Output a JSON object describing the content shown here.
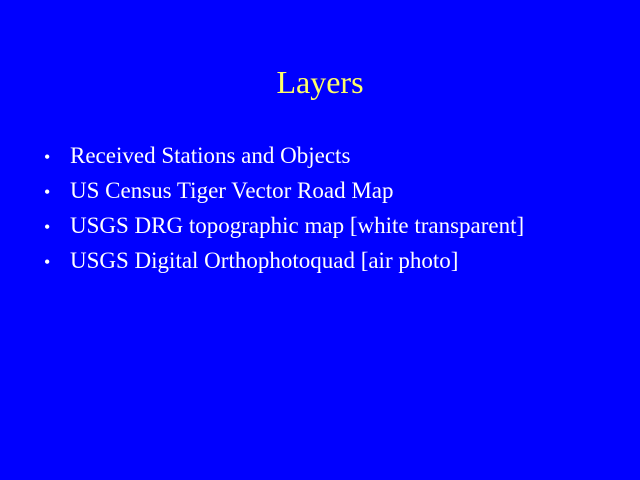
{
  "slide": {
    "title": "Layers",
    "bullets": [
      "Received Stations and Objects",
      "US Census Tiger Vector Road Map",
      "USGS DRG topographic map [white transparent]",
      "USGS Digital Orthophotoquad [air photo]"
    ],
    "bullet_marker": "•"
  },
  "colors": {
    "background": "#0000ff",
    "title": "#ffff66",
    "text": "#ffffff"
  }
}
